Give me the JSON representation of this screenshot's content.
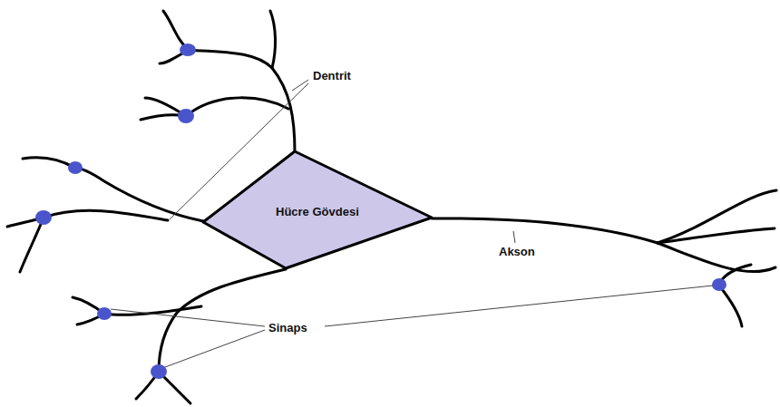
{
  "diagram": {
    "nodes": [
      {
        "text": [
          "Hücre Gövdesi"
        ]
      }
    ],
    "labels": [
      "Dentrit",
      "Akson",
      "Sinaps"
    ]
  }
}
